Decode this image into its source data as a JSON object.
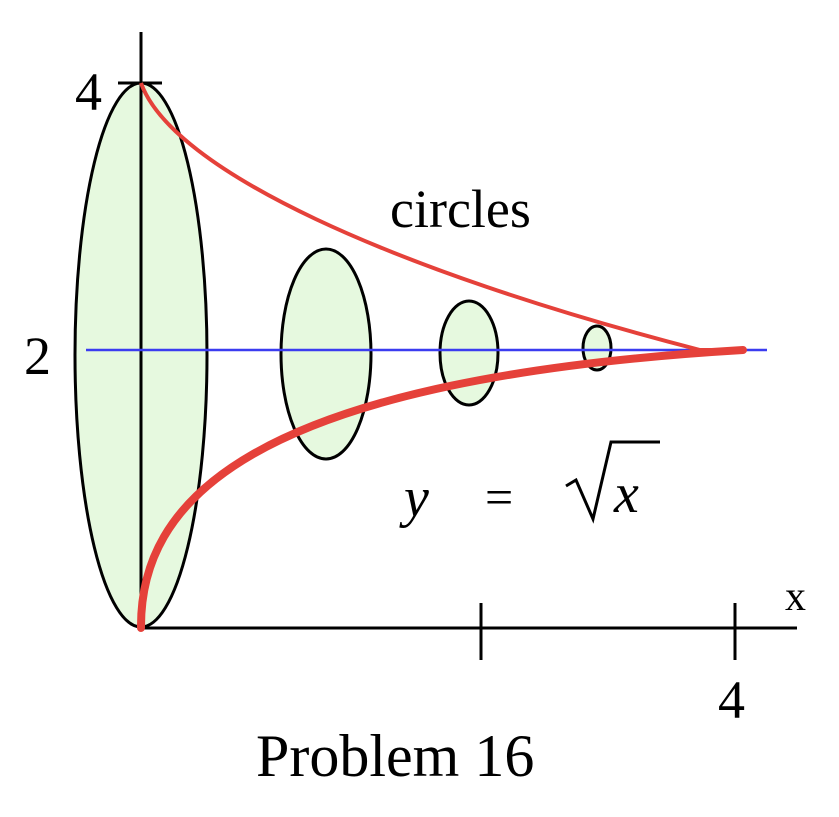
{
  "colors": {
    "disc_fill": "#e6f9df",
    "outline": "#000000",
    "curve": "#e5413a",
    "axis_of_rotation": "#3b3cf0",
    "axis": "#000000"
  },
  "labels": {
    "y_tick_4": "4",
    "y_tick_2": "2",
    "x_tick_4": "4",
    "x_axis": "x",
    "circles": "circles",
    "equation_y": "y",
    "equation_eq": "=",
    "equation_x": "x",
    "caption": "Problem 16"
  }
}
